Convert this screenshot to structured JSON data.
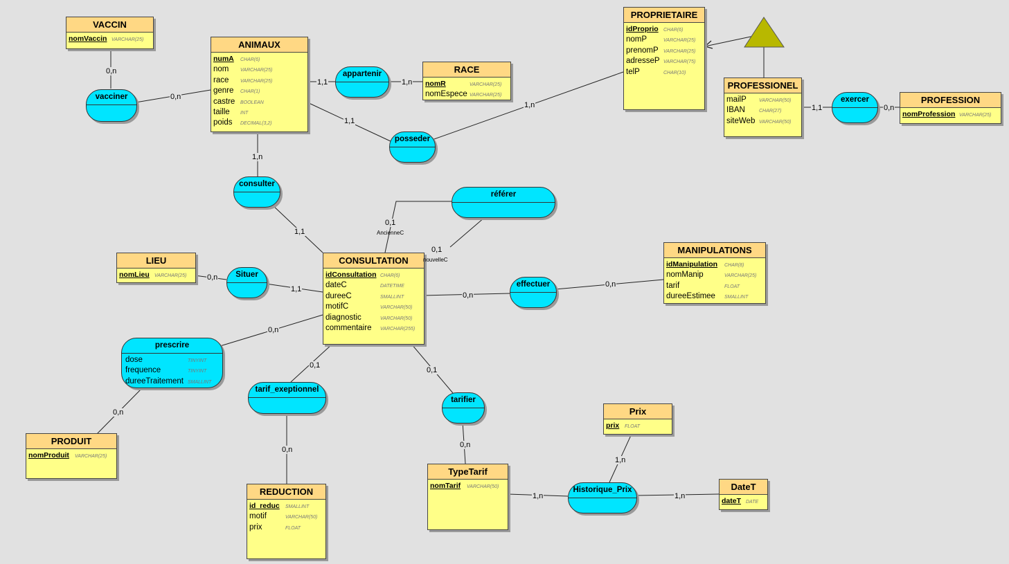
{
  "entities": {
    "vaccin": {
      "name": "VACCIN",
      "attrs": [
        {
          "name": "nomVaccin",
          "type": "VARCHAR(25)",
          "key": true
        }
      ]
    },
    "animaux": {
      "name": "ANIMAUX",
      "attrs": [
        {
          "name": "numA",
          "type": "CHAR(6)",
          "key": true
        },
        {
          "name": "nom",
          "type": "VARCHAR(25)"
        },
        {
          "name": "race",
          "type": "VARCHAR(25)"
        },
        {
          "name": "genre",
          "type": "CHAR(1)"
        },
        {
          "name": "castre",
          "type": "BOOLEAN"
        },
        {
          "name": "taille",
          "type": "INT"
        },
        {
          "name": "poids",
          "type": "DECIMAL(3,2)"
        }
      ]
    },
    "race": {
      "name": "RACE",
      "attrs": [
        {
          "name": "nomR",
          "type": "VARCHAR(25)",
          "key": true
        },
        {
          "name": "nomEspece",
          "type": "VARCHAR(25)"
        }
      ]
    },
    "proprietaire": {
      "name": "PROPRIETAIRE",
      "attrs": [
        {
          "name": "idProprio",
          "type": "CHAR(6)",
          "key": true
        },
        {
          "name": "nomP",
          "type": "VARCHAR(25)"
        },
        {
          "name": "prenomP",
          "type": "VARCHAR(25)"
        },
        {
          "name": "adresseP",
          "type": "VARCHAR(75)"
        },
        {
          "name": "telP",
          "type": "CHAR(10)"
        }
      ]
    },
    "professionel": {
      "name": "PROFESSIONEL",
      "attrs": [
        {
          "name": "mailP",
          "type": "VARCHAR(50)"
        },
        {
          "name": "IBAN",
          "type": "CHAR(27)"
        },
        {
          "name": "siteWeb",
          "type": "VARCHAR(50)"
        }
      ]
    },
    "profession": {
      "name": "PROFESSION",
      "attrs": [
        {
          "name": "nomProfession",
          "type": "VARCHAR(25)",
          "key": true
        }
      ]
    },
    "lieu": {
      "name": "LIEU",
      "attrs": [
        {
          "name": "nomLieu",
          "type": "VARCHAR(25)",
          "key": true
        }
      ]
    },
    "consultation": {
      "name": "CONSULTATION",
      "attrs": [
        {
          "name": "idConsultation",
          "type": "CHAR(6)",
          "key": true
        },
        {
          "name": "dateC",
          "type": "DATETIME"
        },
        {
          "name": "dureeC",
          "type": "SMALLINT"
        },
        {
          "name": "motifC",
          "type": "VARCHAR(50)"
        },
        {
          "name": "diagnostic",
          "type": "VARCHAR(50)"
        },
        {
          "name": "commentaire",
          "type": "VARCHAR(255)"
        }
      ]
    },
    "manipulations": {
      "name": "MANIPULATIONS",
      "attrs": [
        {
          "name": "idManipulation",
          "type": "CHAR(8)",
          "key": true
        },
        {
          "name": "nomManip",
          "type": "VARCHAR(25)"
        },
        {
          "name": "tarif",
          "type": "FLOAT"
        },
        {
          "name": "dureeEstimee",
          "type": "SMALLINT"
        }
      ]
    },
    "produit": {
      "name": "PRODUIT",
      "attrs": [
        {
          "name": "nomProduit",
          "type": "VARCHAR(25)",
          "key": true
        }
      ]
    },
    "reduction": {
      "name": "REDUCTION",
      "attrs": [
        {
          "name": "id_reduc",
          "type": "SMALLINT",
          "key": true
        },
        {
          "name": "motif",
          "type": "VARCHAR(50)"
        },
        {
          "name": "prix",
          "type": "FLOAT"
        }
      ]
    },
    "typetarif": {
      "name": "TypeTarif",
      "attrs": [
        {
          "name": "nomTarif",
          "type": "VARCHAR(50)",
          "key": true
        }
      ]
    },
    "prix": {
      "name": "Prix",
      "attrs": [
        {
          "name": "prix",
          "type": "FLOAT",
          "key": true
        }
      ]
    },
    "datet": {
      "name": "DateT",
      "attrs": [
        {
          "name": "dateT",
          "type": "DATE",
          "key": true
        }
      ]
    }
  },
  "relations": {
    "vacciner": {
      "name": "vacciner"
    },
    "appartenir": {
      "name": "appartenir"
    },
    "posseder": {
      "name": "posseder"
    },
    "exercer": {
      "name": "exercer"
    },
    "consulter": {
      "name": "consulter"
    },
    "referer": {
      "name": "référer"
    },
    "situer": {
      "name": "Situer"
    },
    "effectuer": {
      "name": "effectuer"
    },
    "prescrire": {
      "name": "prescrire",
      "attrs": [
        {
          "name": "dose",
          "type": "TINYINT"
        },
        {
          "name": "frequence",
          "type": "TINYINT"
        },
        {
          "name": "dureeTraitement",
          "type": "SMALLINT"
        }
      ]
    },
    "tarif_exeptionnel": {
      "name": "tarif_exeptionnel"
    },
    "tarifier": {
      "name": "tarifier"
    },
    "historique_prix": {
      "name": "Historique_Prix"
    }
  },
  "cardinalities": {
    "vaccin_vacciner": "0,n",
    "animaux_vacciner": "0,n",
    "animaux_appartenir": "1,1",
    "race_appartenir": "1,n",
    "animaux_posseder": "1,1",
    "proprio_posseder": "1,n",
    "prof_exercer": "1,1",
    "profession_exercer": "0,n",
    "animaux_consulter": "1,n",
    "consult_consulter": "1,1",
    "referer_ancien": "0,1",
    "referer_nouveau": "0,1",
    "lieu_situer": "0,n",
    "consult_situer": "1,1",
    "consult_effectuer": "0,n",
    "manip_effectuer": "0,n",
    "consult_prescrire": "0,n",
    "produit_prescrire": "0,n",
    "consult_tarifexp": "0,1",
    "reduction_tarifexp": "0,n",
    "consult_tarifier": "0,1",
    "typetarif_tarifier": "0,n",
    "typetarif_histo": "1,n",
    "prix_histo": "1,n",
    "datet_histo": "1,n"
  },
  "roles": {
    "ancien": "AncienneC",
    "nouveau": "nouvelleC"
  }
}
